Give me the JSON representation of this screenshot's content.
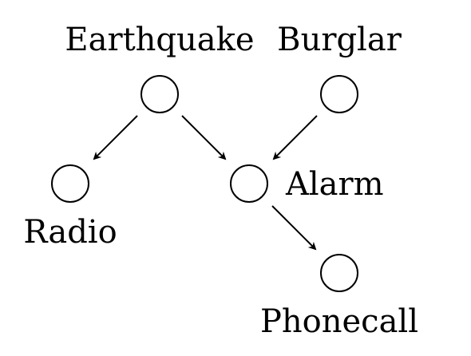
{
  "nodes": {
    "earthquake": {
      "label": "Earthquake"
    },
    "burglar": {
      "label": "Burglar"
    },
    "radio": {
      "label": "Radio"
    },
    "alarm": {
      "label": "Alarm"
    },
    "phonecall": {
      "label": "Phonecall"
    }
  },
  "edges": [
    {
      "from": "Earthquake",
      "to": "Radio"
    },
    {
      "from": "Earthquake",
      "to": "Alarm"
    },
    {
      "from": "Burglar",
      "to": "Alarm"
    },
    {
      "from": "Alarm",
      "to": "Phonecall"
    }
  ]
}
